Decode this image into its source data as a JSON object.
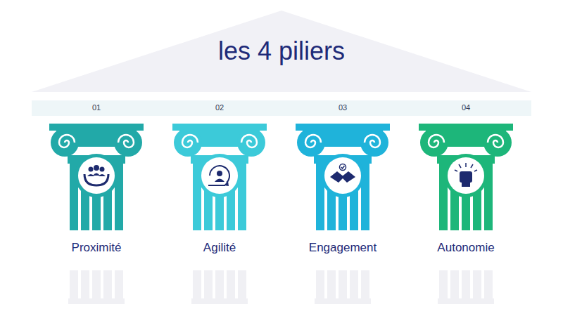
{
  "diagram": {
    "title": "les 4 piliers",
    "nodes": [
      {
        "text": [
          "01",
          "Proximité"
        ]
      },
      {
        "text": [
          "02",
          "Agilité"
        ]
      },
      {
        "text": [
          "03",
          "Engagement"
        ]
      },
      {
        "text": [
          "04",
          "Autonomie"
        ]
      }
    ]
  }
}
